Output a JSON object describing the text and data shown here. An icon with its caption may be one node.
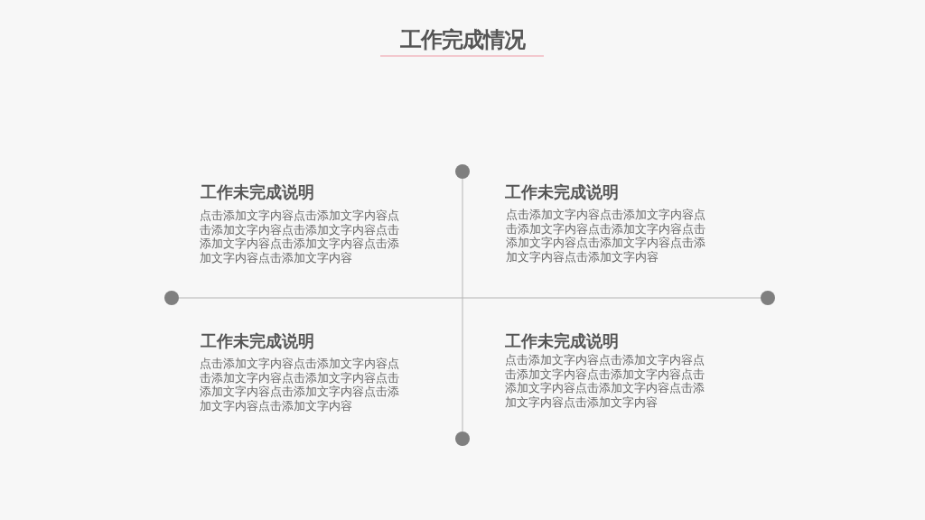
{
  "diagram": {
    "title": "工作完成情况",
    "nodes": [
      {
        "text": [],
        "shape": "circle"
      },
      {
        "text": [],
        "shape": "circle"
      },
      {
        "text": [],
        "shape": "circle"
      },
      {
        "text": [],
        "shape": "circle"
      }
    ],
    "edges": [
      {
        "from": 0,
        "to": 3,
        "arrow": "none"
      },
      {
        "from": 1,
        "to": 2,
        "arrow": "none"
      }
    ],
    "labels": [
      "工作未完成说明",
      "点击添加文字内容点击添加文字内容点击添加文字内容点击添加文字内容点击添加文字内容点击添加文字内容点击添加文字内容点击添加文字内容",
      "工作未完成说明",
      "点击添加文字内容点击添加文字内容点击添加文字内容点击添加文字内容点击添加文字内容点击添加文字内容点击添加文字内容点击添加文字内容",
      "工作未完成说明",
      "点击添加文字内容点击添加文字内容点击添加文字内容点击添加文字内容点击添加文字内容点击添加文字内容点击添加文字内容点击添加文字内容",
      "工作未完成说明",
      "点击添加文字内容点击添加文字内容点击添加文字内容点击添加文字内容点击添加文字内容点击添加文字内容点击添加文字内容点击添加文字内容"
    ]
  }
}
